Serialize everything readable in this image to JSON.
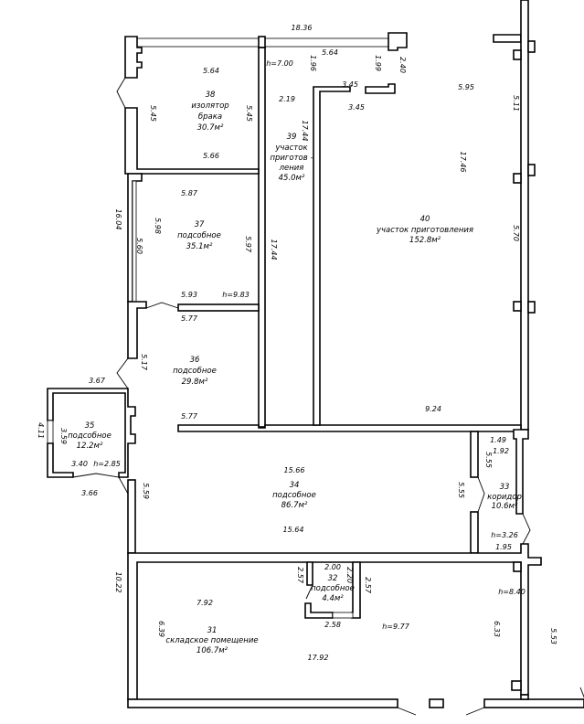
{
  "rooms": [
    {
      "number": "38",
      "name": [
        "изолятор",
        "брака"
      ],
      "area": "30.7м²"
    },
    {
      "number": "39",
      "name": [
        "участок",
        "приготов -",
        "ления"
      ],
      "area": "45.0м²"
    },
    {
      "number": "40",
      "name": [
        "участок приготовления"
      ],
      "area": "152.8м²"
    },
    {
      "number": "37",
      "name": [
        "подсобное"
      ],
      "area": "35.1м²"
    },
    {
      "number": "36",
      "name": [
        "подсобное"
      ],
      "area": "29.8м²"
    },
    {
      "number": "35",
      "name": [
        "подсобное"
      ],
      "area": "12.2м²"
    },
    {
      "number": "34",
      "name": [
        "подсобное"
      ],
      "area": "86.7м²"
    },
    {
      "number": "33",
      "name": [
        "коридор"
      ],
      "area": "10.6м²"
    },
    {
      "number": "32",
      "name": [
        "подсобное"
      ],
      "area": "4.4м²"
    },
    {
      "number": "31",
      "name": [
        "складское помещение"
      ],
      "area": "106.7м²"
    }
  ],
  "dims": [
    "18.36",
    "5.64",
    "5.45",
    "5.45",
    "5.66",
    "h=7.00",
    "1.96",
    "5.64",
    "1.99",
    "2.40",
    "3.45",
    "3.45",
    "2.19",
    "17.44",
    "5.95",
    "5.11",
    "17.46",
    "5.87",
    "16.04",
    "5.98",
    "5.60",
    "5.97",
    "17.44",
    "5.70",
    "5.93",
    "h=9.83",
    "5.77",
    "5.17",
    "3.67",
    "5.77",
    "9.24",
    "4.11",
    "3.59",
    "3.40",
    "h=2.85",
    "3.66",
    "5.59",
    "15.66",
    "15.64",
    "5.55",
    "1.49",
    "1.92",
    "5.55",
    "h=3.26",
    "1.95",
    "10.22",
    "2.57",
    "2.00",
    "2.20",
    "2.57",
    "h=8.40",
    "7.92",
    "2.58",
    "h=9.77",
    "6.39",
    "6.33",
    "5.53",
    "17.92"
  ]
}
